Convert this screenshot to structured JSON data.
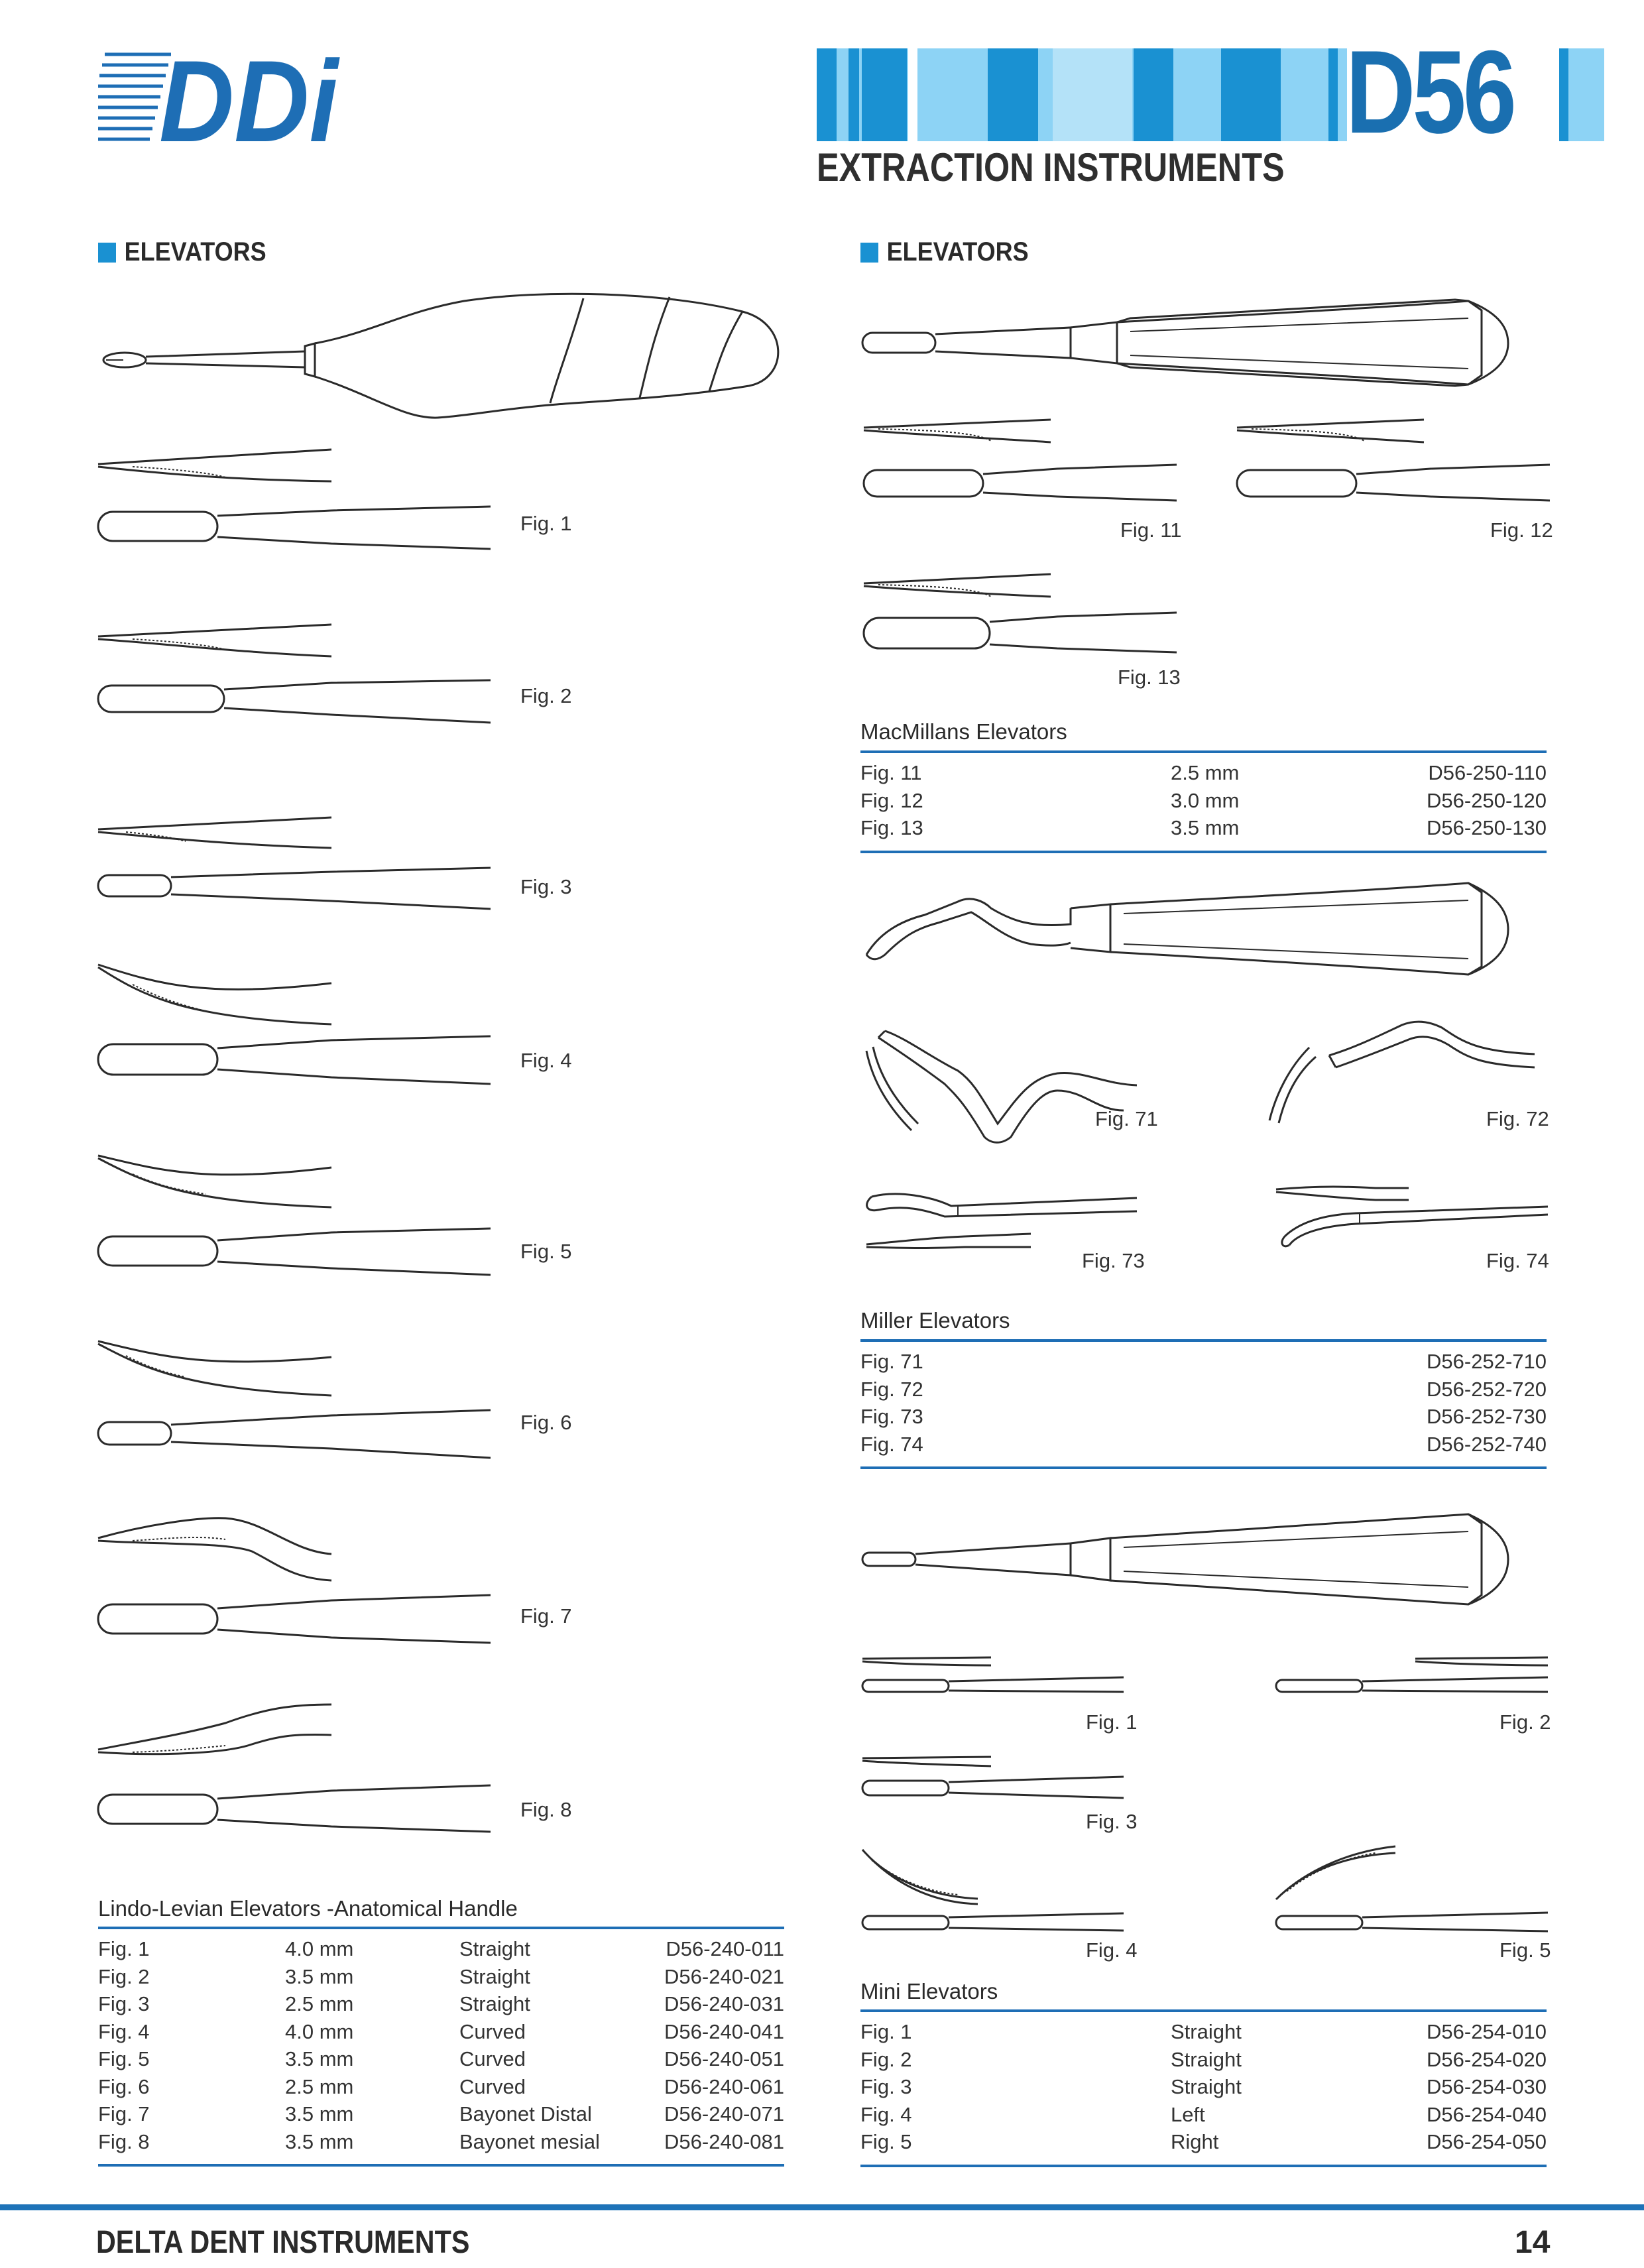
{
  "header": {
    "logo_text": "DDi",
    "code": "D56",
    "title": "EXTRACTION INSTRUMENTS"
  },
  "colors": {
    "accent": "#1a91d2",
    "dark_blue": "#1e6eb5",
    "light_blue": "#8dd3f5"
  },
  "left": {
    "section_label": "ELEVATORS",
    "figs": [
      "Fig. 1",
      "Fig. 2",
      "Fig. 3",
      "Fig. 4",
      "Fig. 5",
      "Fig. 6",
      "Fig. 7",
      "Fig. 8"
    ],
    "table": {
      "title": "Lindo-Levian Elevators -Anatomical Handle",
      "rows": [
        [
          "Fig. 1",
          "4.0 mm",
          "Straight",
          "D56-240-011"
        ],
        [
          "Fig. 2",
          "3.5 mm",
          "Straight",
          "D56-240-021"
        ],
        [
          "Fig. 3",
          "2.5 mm",
          "Straight",
          "D56-240-031"
        ],
        [
          "Fig. 4",
          "4.0 mm",
          "Curved",
          "D56-240-041"
        ],
        [
          "Fig. 5",
          "3.5 mm",
          "Curved",
          "D56-240-051"
        ],
        [
          "Fig. 6",
          "2.5 mm",
          "Curved",
          "D56-240-061"
        ],
        [
          "Fig. 7",
          "3.5 mm",
          "Bayonet Distal",
          "D56-240-071"
        ],
        [
          "Fig. 8",
          "3.5 mm",
          "Bayonet mesial",
          "D56-240-081"
        ]
      ]
    }
  },
  "right": {
    "section_label": "ELEVATORS",
    "macmillan": {
      "figs": [
        "Fig. 11",
        "Fig. 12",
        "Fig. 13"
      ],
      "title": "MacMillans Elevators",
      "rows": [
        [
          "Fig. 11",
          "2.5 mm",
          "D56-250-110"
        ],
        [
          "Fig. 12",
          "3.0 mm",
          "D56-250-120"
        ],
        [
          "Fig. 13",
          "3.5 mm",
          "D56-250-130"
        ]
      ]
    },
    "miller": {
      "figs": [
        "Fig. 71",
        "Fig. 72",
        "Fig. 73",
        "Fig. 74"
      ],
      "title": "Miller Elevators",
      "rows": [
        [
          "Fig. 71",
          "D56-252-710"
        ],
        [
          "Fig. 72",
          "D56-252-720"
        ],
        [
          "Fig. 73",
          "D56-252-730"
        ],
        [
          "Fig. 74",
          "D56-252-740"
        ]
      ]
    },
    "mini": {
      "figs": [
        "Fig. 1",
        "Fig. 2",
        "Fig. 3",
        "Fig. 4",
        "Fig. 5"
      ],
      "title": "Mini Elevators",
      "rows": [
        [
          "Fig. 1",
          "Straight",
          "D56-254-010"
        ],
        [
          "Fig. 2",
          "Straight",
          "D56-254-020"
        ],
        [
          "Fig. 3",
          "Straight",
          "D56-254-030"
        ],
        [
          "Fig. 4",
          "Left",
          "D56-254-040"
        ],
        [
          "Fig. 5",
          "Right",
          "D56-254-050"
        ]
      ]
    }
  },
  "footer": {
    "company": "DELTA DENT INSTRUMENTS",
    "page_number": "14"
  }
}
